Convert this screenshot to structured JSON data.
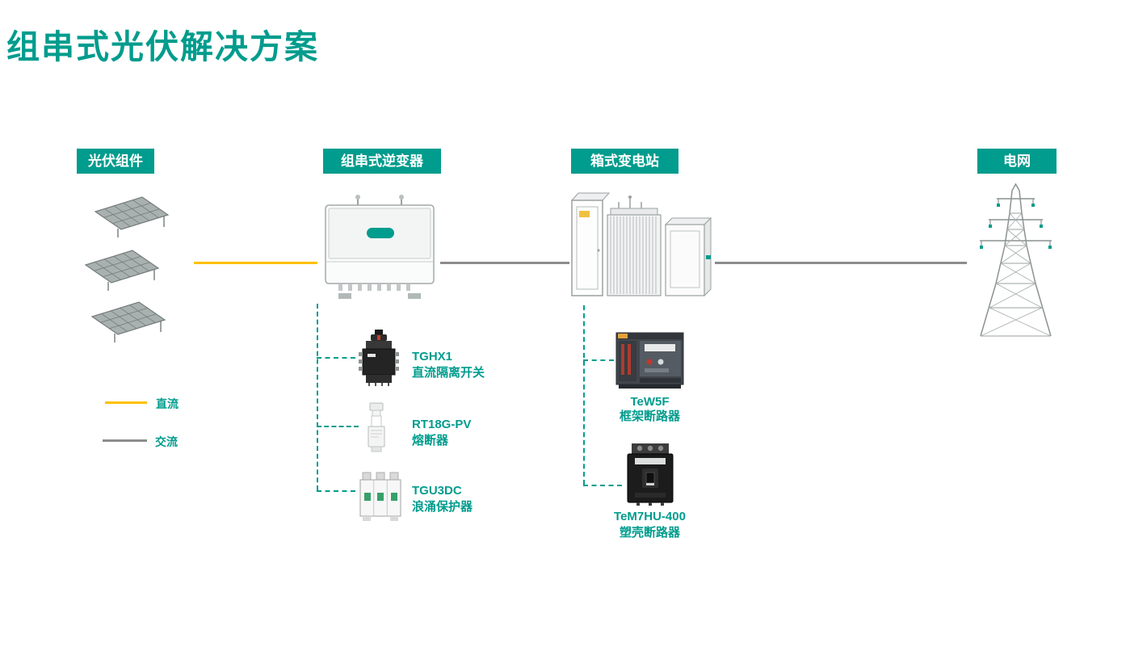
{
  "title": "组串式光伏解决方案",
  "colors": {
    "accent": "#009c8d",
    "dc_line": "#ffc000",
    "ac_line": "#8c8c8c"
  },
  "stages": [
    {
      "label": "光伏组件"
    },
    {
      "label": "组串式逆变器"
    },
    {
      "label": "箱式变电站"
    },
    {
      "label": "电网"
    }
  ],
  "legend": [
    {
      "label": "直流",
      "color": "#ffc000"
    },
    {
      "label": "交流",
      "color": "#8c8c8c"
    }
  ],
  "inverter_components": [
    {
      "model": "TGHX1",
      "name": "直流隔离开关"
    },
    {
      "model": "RT18G-PV",
      "name": "熔断器"
    },
    {
      "model": "TGU3DC",
      "name": "浪涌保护器"
    }
  ],
  "substation_components": [
    {
      "model": "TeW5F",
      "name": "框架断路器"
    },
    {
      "model": "TeM7HU-400",
      "name": "塑壳断路器"
    }
  ],
  "icons": {
    "solar_panels": "solar-panel-array-icon",
    "inverter": "string-inverter-icon",
    "substation": "box-substation-icon",
    "tower": "transmission-tower-icon"
  }
}
